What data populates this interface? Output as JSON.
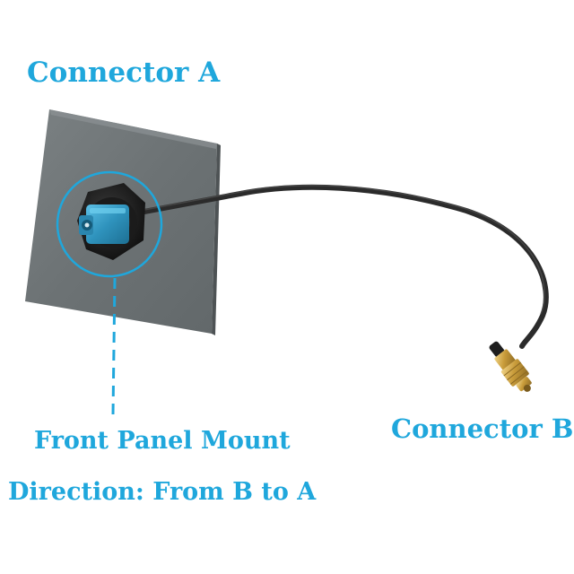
{
  "labels": {
    "connector_a": "Connector A",
    "connector_b": "Connector B",
    "mount": "Front Panel Mount",
    "direction": "Direction: From B to A"
  },
  "colors": {
    "label_text": "#1fa7dc",
    "highlight_ring": "#1fa7dc",
    "panel": "#6f7577",
    "fakra_connector": "#2f93bd",
    "cable": "#2b2b2b",
    "sma_connector": "#c9a042"
  }
}
